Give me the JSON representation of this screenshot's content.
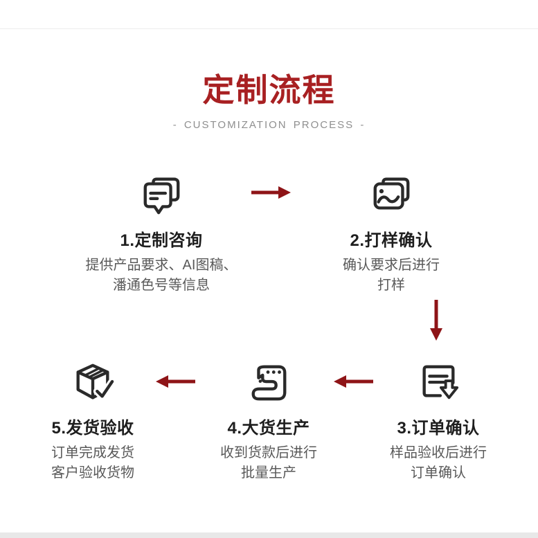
{
  "page": {
    "title": "定制流程",
    "subtitle": "- CUSTOMIZATION PROCESS -"
  },
  "colors": {
    "title_red": "#a82022",
    "arrow_red": "#8e1417",
    "step_title": "#1e1e1e",
    "desc_gray": "#595959",
    "icon_dark": "#2a2a2a"
  },
  "flow": {
    "steps": [
      {
        "icon": "chat-bubbles-icon",
        "title": "1.定制咨询",
        "desc1": "提供产品要求、AI图稿、",
        "desc2": "潘通色号等信息"
      },
      {
        "icon": "sample-images-icon",
        "title": "2.打样确认",
        "desc1": "确认要求后进行",
        "desc2": "打样"
      },
      {
        "icon": "order-download-icon",
        "title": "3.订单确认",
        "desc1": "样品验收后进行",
        "desc2": "订单确认"
      },
      {
        "icon": "sewing-machine-icon",
        "title": "4.大货生产",
        "desc1": "收到货款后进行",
        "desc2": "批量生产"
      },
      {
        "icon": "package-check-icon",
        "title": "5.发货验收",
        "desc1": "订单完成发货",
        "desc2": "客户验收货物"
      }
    ],
    "arrows": [
      {
        "direction": "right",
        "from": "step-1",
        "to": "step-2"
      },
      {
        "direction": "down",
        "from": "step-2",
        "to": "step-3"
      },
      {
        "direction": "left",
        "from": "step-3",
        "to": "step-4"
      },
      {
        "direction": "left",
        "from": "step-4",
        "to": "step-5"
      }
    ]
  }
}
